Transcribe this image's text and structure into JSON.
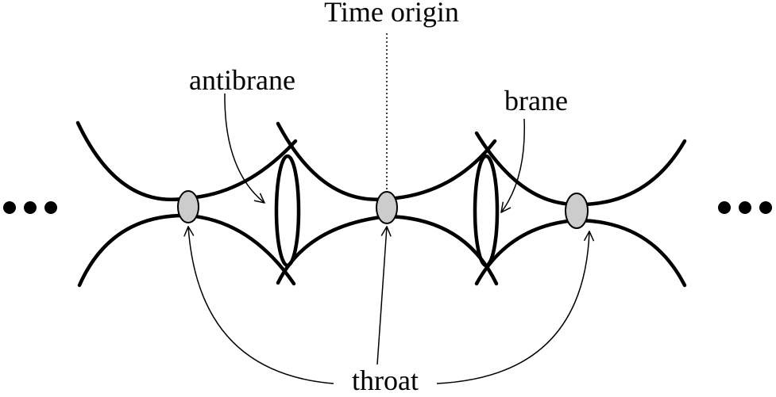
{
  "labels": {
    "time_origin": "Time origin",
    "antibrane": "antibrane",
    "brane": "brane",
    "throat": "throat"
  },
  "colors": {
    "throat_fill": "#cccccc",
    "stroke": "#000000"
  }
}
